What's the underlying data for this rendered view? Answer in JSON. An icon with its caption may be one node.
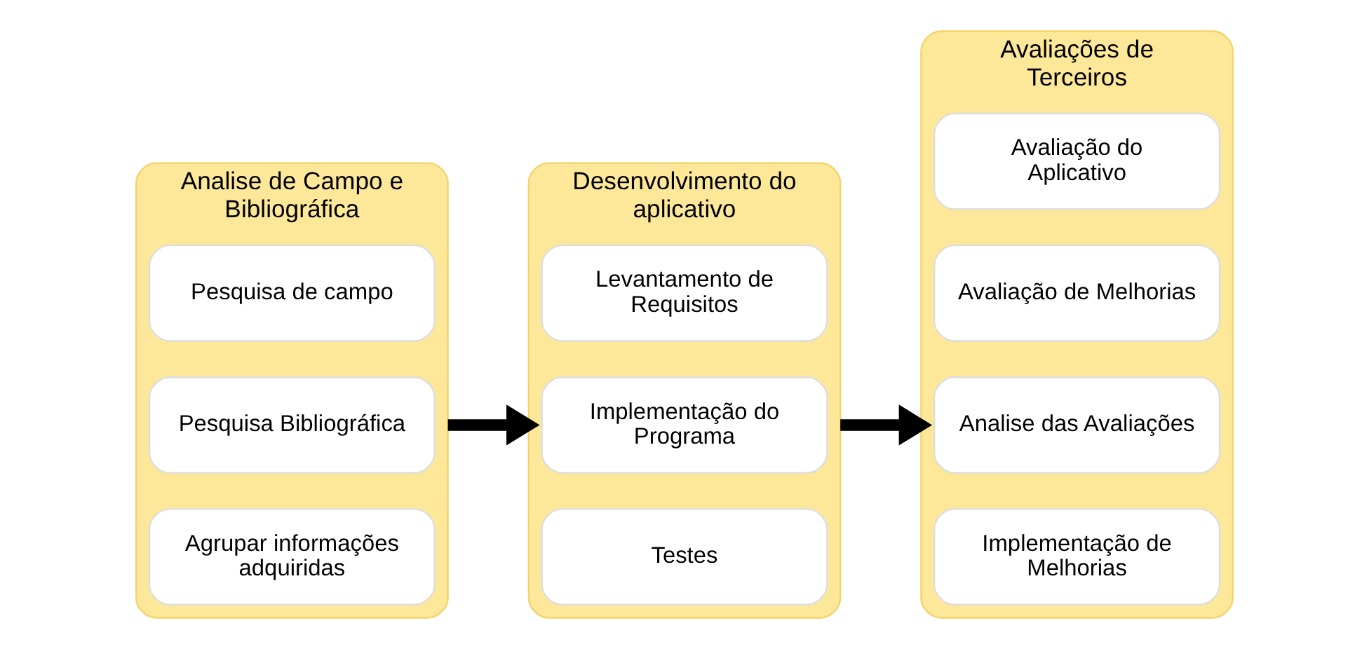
{
  "diagram": {
    "nodes": [
      {
        "text": [
          "Analise de Campo e Bibliográfica"
        ]
      },
      {
        "text": [
          "Pesquisa de campo"
        ],
        "in": 0
      },
      {
        "text": [
          "Pesquisa Bibliográfica"
        ],
        "in": 0
      },
      {
        "text": [
          "Agrupar informações adquiridas"
        ],
        "in": 0
      },
      {
        "text": [
          "Desenvolvimento do aplicativo"
        ]
      },
      {
        "text": [
          "Levantamento de Requisitos"
        ],
        "in": 4
      },
      {
        "text": [
          "Implementação do Programa"
        ],
        "in": 4
      },
      {
        "text": [
          "Testes"
        ],
        "in": 4
      },
      {
        "text": [
          "Avaliações de Terceiros"
        ]
      },
      {
        "text": [
          "Avaliação do Aplicativo"
        ],
        "in": 8
      },
      {
        "text": [
          "Avaliação de Melhorias"
        ],
        "in": 8
      },
      {
        "text": [
          "Analise das Avaliações"
        ],
        "in": 8
      },
      {
        "text": [
          "Implementação de Melhorias"
        ],
        "in": 8
      }
    ],
    "edges": [
      {
        "from": 0,
        "to": 4,
        "arrow": "to"
      },
      {
        "from": 4,
        "to": 8,
        "arrow": "to"
      }
    ]
  }
}
